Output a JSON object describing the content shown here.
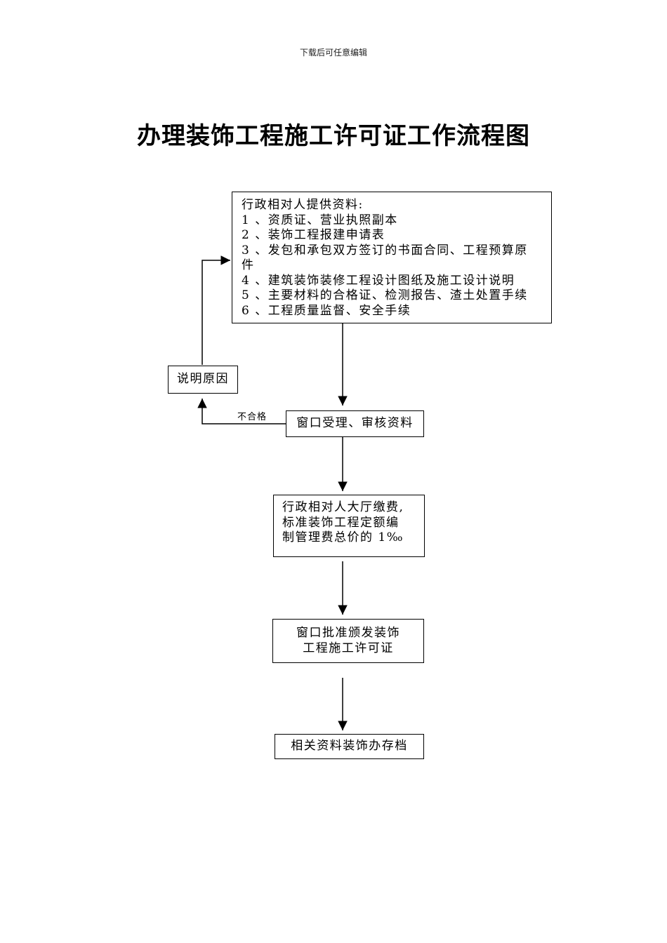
{
  "header_note": "下载后可任意编辑",
  "title": "办理装饰工程施工许可证工作流程图",
  "nodes": {
    "materials": {
      "heading": "行政相对人提供资料:",
      "items": [
        "1 、资质证、营业执照副本",
        "2 、装饰工程报建申请表",
        "3 、发包和承包双方签订的书面合同、工程预算原",
        "件",
        "4 、建筑装饰装修工程设计图纸及施工设计说明",
        "5 、主要材料的合格证、检测报告、渣土处置手续",
        "6 、工程质量监督、安全手续"
      ]
    },
    "explain": "说明原因",
    "review": "窗口受理、审核资料",
    "fee": [
      "行政相对人大厅缴费,",
      "标准装饰工程定额编",
      "制管理费总价的 1‰"
    ],
    "issue": [
      "窗口批准颁发装饰",
      "工程施工许可证"
    ],
    "archive": "相关资料装饰办存档"
  },
  "edges": {
    "fail_label": "不合格"
  }
}
